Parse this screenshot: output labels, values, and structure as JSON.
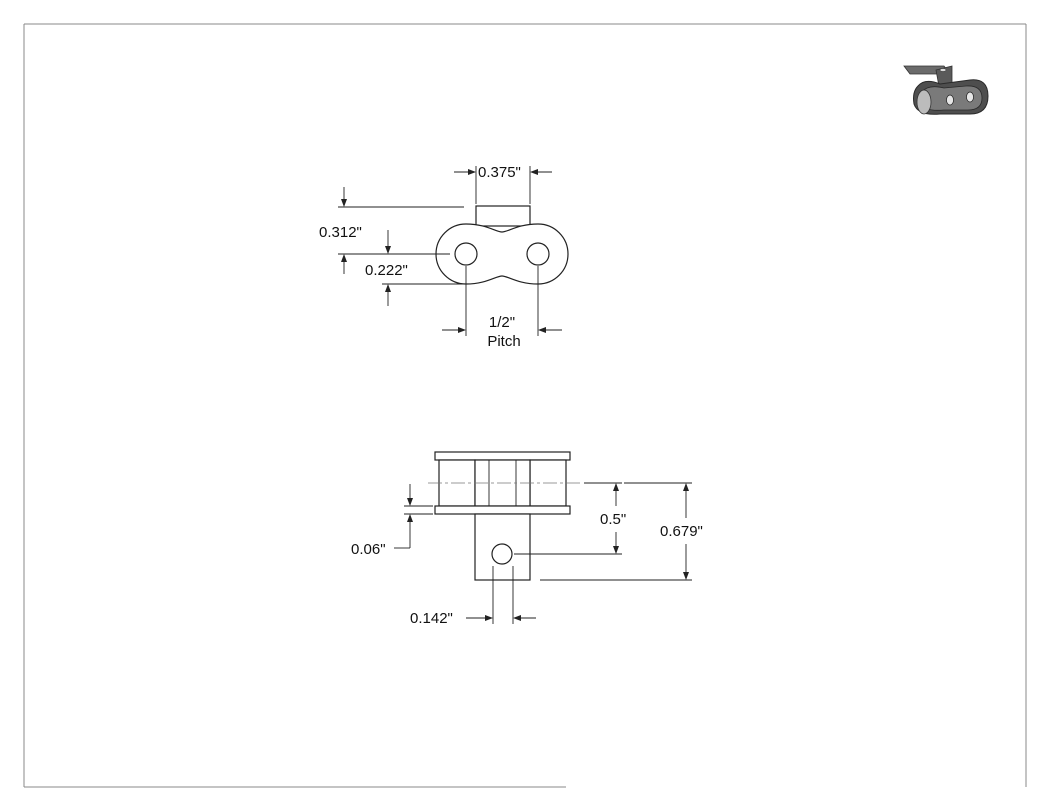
{
  "dimensions": {
    "top_tab_width": "0.375\"",
    "top_height": "0.312\"",
    "top_hole_offset": "0.222\"",
    "pitch_value": "1/2\"",
    "pitch_label": "Pitch",
    "front_plate_thickness": "0.06\"",
    "front_hole_distance": "0.5\"",
    "front_overall": "0.679\"",
    "front_hole_diameter": "0.142\""
  },
  "icons": {
    "thumbnail": "chain-link-attachment-3d-icon"
  },
  "colors": {
    "line": "#222222",
    "border": "#888888",
    "background": "#ffffff"
  }
}
